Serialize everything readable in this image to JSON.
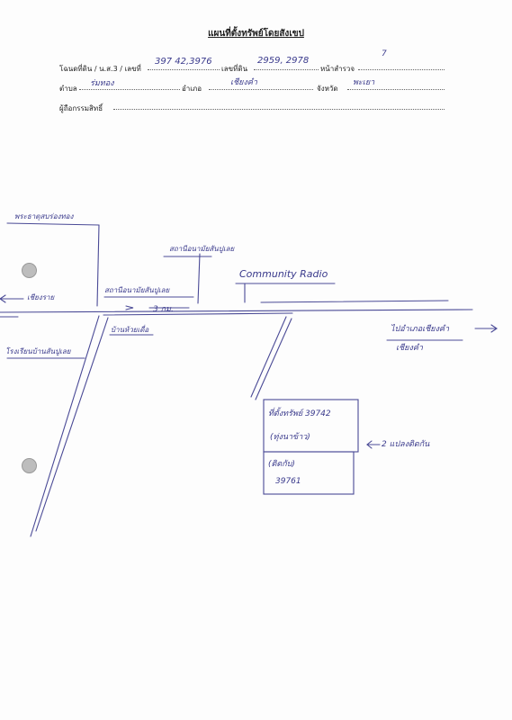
{
  "document": {
    "title": "แผนที่ตั้งทรัพย์โดยสังเขป"
  },
  "form": {
    "deed_label": "โฉนดที่ดิน / น.ส.3 / เลขที่",
    "deed_value": "397 42,3976",
    "land_no_label": "เลขที่ดิน",
    "land_no_value": "2959, 2978",
    "survey_page_label": "หน้าสำรวจ",
    "survey_page_value": "7",
    "subdistrict_label": "ตำบล",
    "subdistrict_value": "ร่มทอง",
    "district_label": "อำเภอ",
    "district_value": "เชียงคำ",
    "province_label": "จังหวัด",
    "province_value": "พะเยา",
    "owner_label": "ผู้ถือกรรมสิทธิ์"
  },
  "map_labels": {
    "temple": "พระธาตุสบร่องทอง",
    "to_chiangrai": "เชียงราย",
    "station": "สถานีอนามัยสันปูเลย",
    "school": "ร.ร.บ้านสันปูเลย",
    "community_radio": "Community Radio",
    "health_center": "สถานีอนามัยสันปูเลย",
    "distance": "3 กม.",
    "nongsompoi": "บ้านห้วยเดื่อ",
    "school_road": "โรงเรียนบ้านสันปูเลย",
    "to_town": "ไปอำเภอเชียงคำ",
    "town": "เชียงคำ",
    "plot_line1": "ที่ตั้งทรัพย์ 39742",
    "plot_line2": "(ทุ่งนาข้าว)",
    "plot_line3": "(ติดกับ)",
    "plot_line4": "39761",
    "plots_note": "2 แปลงติดกัน"
  }
}
